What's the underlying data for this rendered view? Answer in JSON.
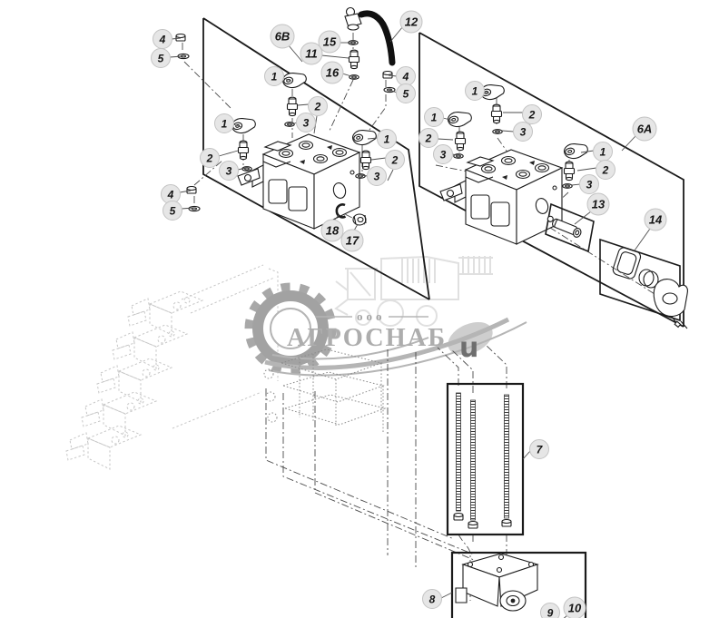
{
  "figure": {
    "kind": "exploded-parts-diagram",
    "panel_left_label": "6B",
    "panel_right_label": "6A",
    "part_numbers_visible": [
      "1",
      "2",
      "3",
      "4",
      "5",
      "6A",
      "6B",
      "7",
      "8",
      "9",
      "10",
      "11",
      "12",
      "13",
      "14",
      "15",
      "16",
      "17",
      "18"
    ]
  },
  "watermark": {
    "prefix": "ооо",
    "company": "АГРОСНАБ",
    "stray_char": "u"
  },
  "colors": {
    "line_art": "#1b1b1b",
    "callout_fill": "#e6e6e6",
    "watermark_gray": "#adadad",
    "hose_black": "#111111",
    "phantom_gray": "#8c8c8c",
    "faded_gray": "#c6c6c6"
  },
  "callouts": [
    {
      "id": "co-4-topleft",
      "label": "4"
    },
    {
      "id": "co-5-topleft",
      "label": "5"
    },
    {
      "id": "co-panel-6b",
      "label": "6B"
    },
    {
      "id": "co-1-6b-top",
      "label": "1"
    },
    {
      "id": "co-15",
      "label": "15"
    },
    {
      "id": "co-11",
      "label": "11"
    },
    {
      "id": "co-16",
      "label": "16"
    },
    {
      "id": "co-12",
      "label": "12"
    },
    {
      "id": "co-4-right",
      "label": "4"
    },
    {
      "id": "co-5-right",
      "label": "5"
    },
    {
      "id": "co-2-6b-top",
      "label": "2"
    },
    {
      "id": "co-3-6b-top",
      "label": "3"
    },
    {
      "id": "co-1-6b-left",
      "label": "1"
    },
    {
      "id": "co-2-6b-left",
      "label": "2"
    },
    {
      "id": "co-3-6b-left",
      "label": "3"
    },
    {
      "id": "co-1-6b-right",
      "label": "1"
    },
    {
      "id": "co-2-6b-right",
      "label": "2"
    },
    {
      "id": "co-3-6b-right",
      "label": "3"
    },
    {
      "id": "co-4-botleft",
      "label": "4"
    },
    {
      "id": "co-5-botleft",
      "label": "5"
    },
    {
      "id": "co-18",
      "label": "18"
    },
    {
      "id": "co-17",
      "label": "17"
    },
    {
      "id": "co-1-6a-left",
      "label": "1"
    },
    {
      "id": "co-2-6a-left",
      "label": "2"
    },
    {
      "id": "co-3-6a-left",
      "label": "3"
    },
    {
      "id": "co-1-6a-mid",
      "label": "1"
    },
    {
      "id": "co-2-6a-mid",
      "label": "2"
    },
    {
      "id": "co-3-6a-mid",
      "label": "3"
    },
    {
      "id": "co-panel-6a",
      "label": "6A"
    },
    {
      "id": "co-1-6a-right",
      "label": "1"
    },
    {
      "id": "co-2-6a-right",
      "label": "2"
    },
    {
      "id": "co-3-6a-right",
      "label": "3"
    },
    {
      "id": "co-13",
      "label": "13"
    },
    {
      "id": "co-14",
      "label": "14"
    },
    {
      "id": "co-7",
      "label": "7"
    },
    {
      "id": "co-8",
      "label": "8"
    },
    {
      "id": "co-9",
      "label": "9"
    },
    {
      "id": "co-10",
      "label": "10"
    }
  ]
}
